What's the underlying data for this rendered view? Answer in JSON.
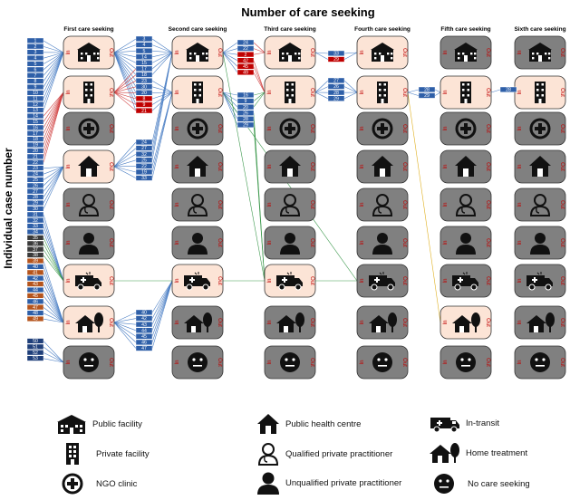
{
  "title": "Number of care seeking",
  "y_axis_label": "Individual case number",
  "stages": [
    {
      "label": "First care seeking",
      "panels": [
        "public",
        "private",
        "ngo",
        "phc",
        "qualified",
        "unqualified",
        "transit",
        "home",
        "none"
      ]
    },
    {
      "label": "Second care seeking",
      "panels": [
        "public",
        "private",
        "ngo",
        "phc",
        "qualified",
        "unqualified",
        "transit",
        "home",
        "none"
      ]
    },
    {
      "label": "Third care seeking",
      "panels": [
        "public",
        "private",
        "ngo",
        "phc",
        "qualified",
        "unqualified",
        "transit",
        "home",
        "none"
      ]
    },
    {
      "label": "Fourth care seeking",
      "panels": [
        "public",
        "private",
        "ngo",
        "phc",
        "qualified",
        "unqualified",
        "transit",
        "home",
        "none"
      ]
    },
    {
      "label": "Fifth care seeking",
      "panels": [
        "public",
        "private",
        "ngo",
        "phc",
        "qualified",
        "unqualified",
        "transit",
        "home",
        "none"
      ]
    },
    {
      "label": "Sixth care seeking",
      "panels": [
        "public",
        "private",
        "ngo",
        "phc",
        "qualified",
        "unqualified",
        "transit",
        "home",
        "none"
      ]
    }
  ],
  "in_label": "In",
  "out_label": "Out",
  "case_numbers": [
    "1",
    "2",
    "3",
    "4",
    "5",
    "6",
    "7",
    "8",
    "9",
    "10",
    "11",
    "12",
    "13",
    "14",
    "15",
    "16",
    "17",
    "18",
    "19",
    "20",
    "21",
    "22",
    "23",
    "24",
    "25",
    "26",
    "27",
    "28",
    "29",
    "30",
    "31",
    "32",
    "33",
    "34",
    "35",
    "36",
    "37",
    "38",
    "39",
    "40",
    "41",
    "42",
    "43",
    "44",
    "45",
    "46",
    "47",
    "48",
    "49",
    "50",
    "51",
    "52",
    "53"
  ],
  "case_groups": {
    "col2_public": [
      "3",
      "4",
      "5",
      "14",
      "15",
      "17",
      "18",
      "23",
      "30",
      "20",
      "8",
      "9",
      "21"
    ],
    "col2_phc": [
      "24",
      "27",
      "32",
      "25",
      "22",
      "19",
      "33"
    ],
    "col2_home": [
      "40",
      "42",
      "43",
      "44",
      "45",
      "46",
      "47"
    ],
    "col3_public": [
      "24",
      "22",
      "2",
      "42",
      "45",
      "49"
    ],
    "col3_private": [
      "16",
      "9",
      "20",
      "26",
      "28",
      "29"
    ],
    "col4_public": [
      "33",
      "29"
    ],
    "col4_private": [
      "27",
      "26",
      "28",
      "29"
    ],
    "col5_private": [
      "28",
      "29"
    ],
    "col6_private": [
      "28"
    ]
  },
  "legend": [
    {
      "icon": "public-facility",
      "label": "Public facility"
    },
    {
      "icon": "private-facility",
      "label": "Private facility"
    },
    {
      "icon": "ngo-clinic",
      "label": "NGO clinic"
    },
    {
      "icon": "public-health-centre",
      "label": "Public health centre"
    },
    {
      "icon": "qualified-practitioner",
      "label": "Qualified private practitioner"
    },
    {
      "icon": "unqualified-practitioner",
      "label": "Unqualified private practitioner"
    },
    {
      "icon": "in-transit",
      "label": "In-transit"
    },
    {
      "icon": "home-treatment",
      "label": "Home treatment"
    },
    {
      "icon": "no-care",
      "label": "No care seeking"
    }
  ],
  "colors": {
    "panel_active": "#fce4d6",
    "panel_inactive": "#808080",
    "box_blue": "#2e5fa8",
    "box_red": "#c00000",
    "box_dark": "#3a3a3a",
    "box_orange": "#b5541c",
    "in_out_text": "#c00000",
    "line_blue": "#4a7ec4",
    "line_red": "#d04040",
    "line_green": "#3f9a4f",
    "line_yellow": "#e0b020"
  }
}
